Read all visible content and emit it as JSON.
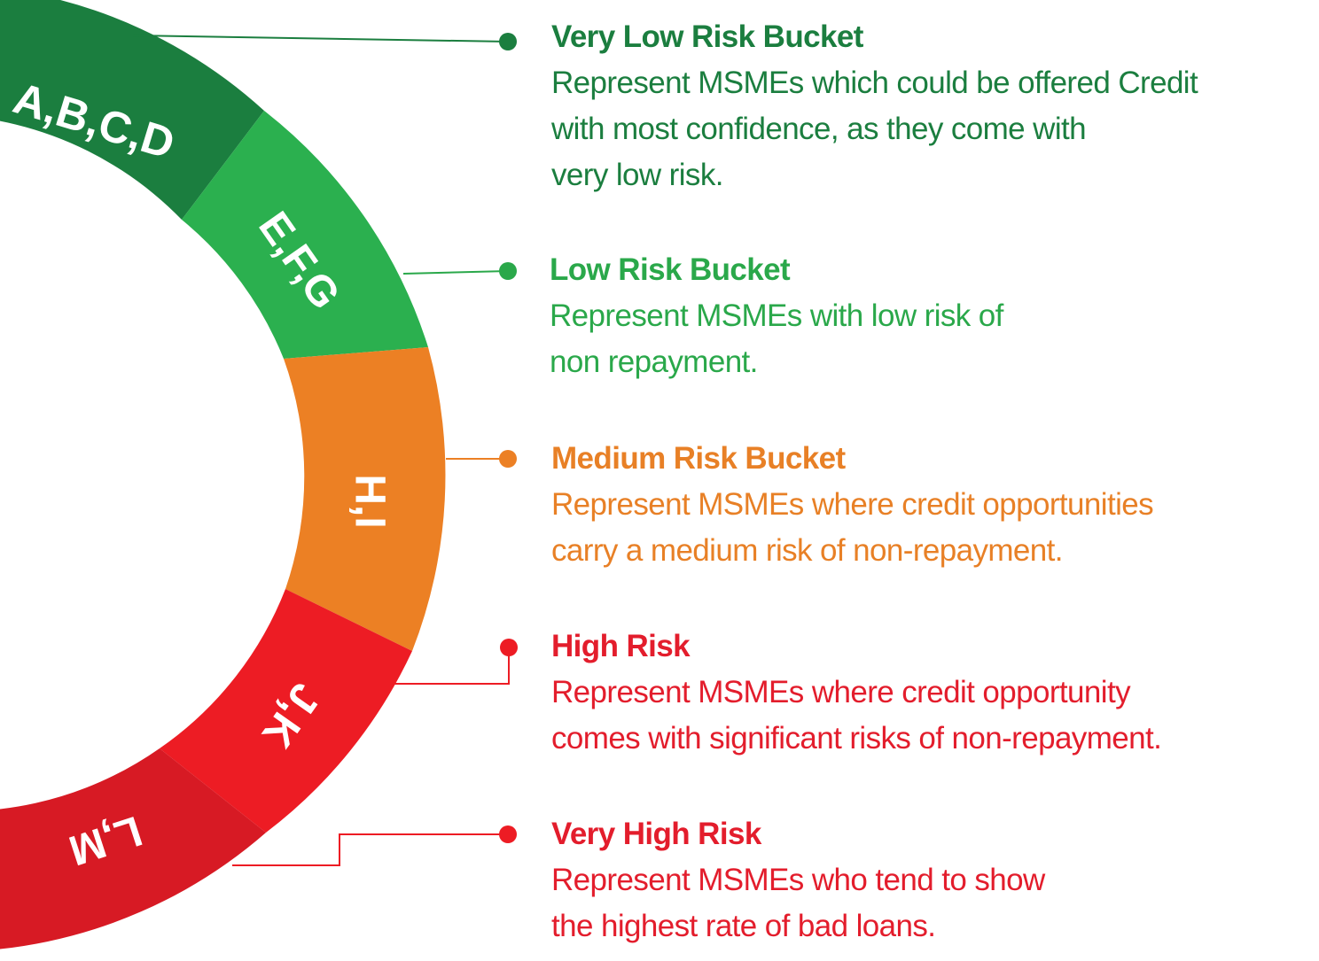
{
  "colors": {
    "very_low": "#1b7e3f",
    "low": "#2bb04f",
    "medium": "#ec8024",
    "high": "#ed1c24",
    "very_high": "#d71a24",
    "text_very_low": "#1b7e3f",
    "text_low": "#2aa84a",
    "text_medium": "#e88026",
    "text_high": "#e31d2c"
  },
  "ring_segments": [
    {
      "label": "A,B,C,D"
    },
    {
      "label": "E,F,G"
    },
    {
      "label": "H,I"
    },
    {
      "label": "J,K"
    },
    {
      "label": "L,M"
    }
  ],
  "buckets": [
    {
      "title": "Very Low Risk Bucket",
      "lines": [
        "Represent MSMEs which could be offered Credit",
        "with most confidence, as they come with",
        "very low risk."
      ]
    },
    {
      "title": "Low Risk Bucket",
      "lines": [
        "Represent MSMEs with low risk of",
        "non repayment."
      ]
    },
    {
      "title": "Medium Risk Bucket",
      "lines": [
        "Represent MSMEs where credit opportunities",
        "carry a medium risk of non-repayment."
      ]
    },
    {
      "title": "High Risk",
      "lines": [
        "Represent MSMEs where credit opportunity",
        "comes with significant risks of non-repayment."
      ]
    },
    {
      "title": "Very High Risk",
      "lines": [
        "Represent MSMEs who tend to show",
        "the highest rate of bad loans."
      ]
    }
  ]
}
